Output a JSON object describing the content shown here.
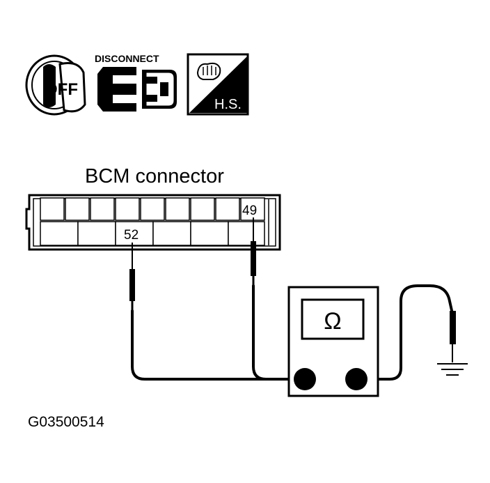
{
  "icons": {
    "ignition_key_text": "OFF",
    "disconnect_text": "DISCONNECT",
    "harness_sign_text": "H.S."
  },
  "connector": {
    "title": "BCM connector",
    "pin_49": "49",
    "pin_52": "52"
  },
  "meter": {
    "symbol": "Ω"
  },
  "figure_code": "G03500514",
  "colors": {
    "ink": "#000000",
    "paper": "#ffffff",
    "shade": "#b8b8b8"
  }
}
